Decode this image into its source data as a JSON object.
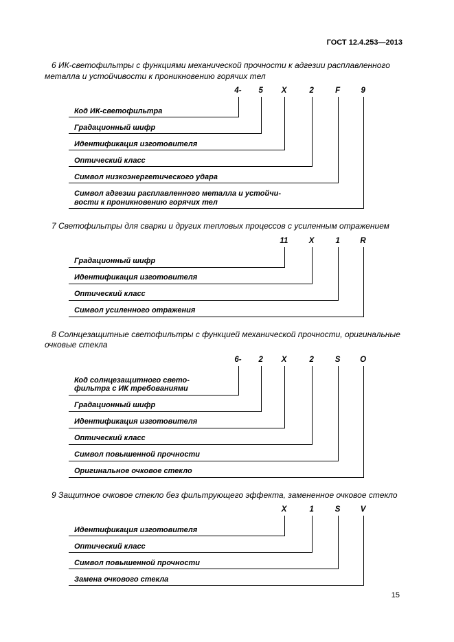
{
  "header": {
    "doc_number": "ГОСТ 12.4.253—2013"
  },
  "footer": {
    "page_number": "15"
  },
  "sections": [
    {
      "heading": "6 ИК-светофильтры с функциями механической прочности к адгезии расплавленного металла и устойчивости к проникновению горячих тел",
      "code_tokens": [
        "4-",
        "5",
        "X",
        "2",
        "F",
        "9"
      ],
      "labels": [
        [
          "Код ИК-светофильтра"
        ],
        [
          "Градационный шифр"
        ],
        [
          "Идентификация изготовителя"
        ],
        [
          "Оптический класс"
        ],
        [
          "Символ низкоэнергетического удара"
        ],
        [
          "Символ адгезии расплавленного металла и устойчи-",
          "вости к проникновению горячих тел"
        ]
      ]
    },
    {
      "heading": "7 Светофильтры для сварки и других тепловых процессов с усиленным отражением",
      "code_tokens": [
        "11",
        "X",
        "1",
        "R"
      ],
      "labels": [
        [
          "Градационный шифр"
        ],
        [
          "Идентификация изготовителя"
        ],
        [
          "Оптический класс"
        ],
        [
          "Символ усиленного отражения"
        ]
      ]
    },
    {
      "heading": "8 Солнцезащитные светофильтры с функцией механической прочности, оригинальные очковые стекла",
      "code_tokens": [
        "6-",
        "2",
        "X",
        "2",
        "S",
        "O"
      ],
      "labels": [
        [
          "Код солнцезащитного свето-",
          "фильтра с ИК требованиями"
        ],
        [
          "Градационный шифр"
        ],
        [
          "Идентификация изготовителя"
        ],
        [
          "Оптический класс"
        ],
        [
          "Символ повышенной прочности"
        ],
        [
          "Оригинальное очковое стекло"
        ]
      ]
    },
    {
      "heading": "9 Защитное очковое стекло без фильтрующего эффекта, замененное очковое стекло",
      "code_tokens": [
        "X",
        "1",
        "S",
        "V"
      ],
      "labels": [
        [
          "Идентификация изготовителя"
        ],
        [
          "Оптический класс"
        ],
        [
          "Символ повышенной прочности"
        ],
        [
          "Замена очкового стекла"
        ]
      ]
    }
  ]
}
